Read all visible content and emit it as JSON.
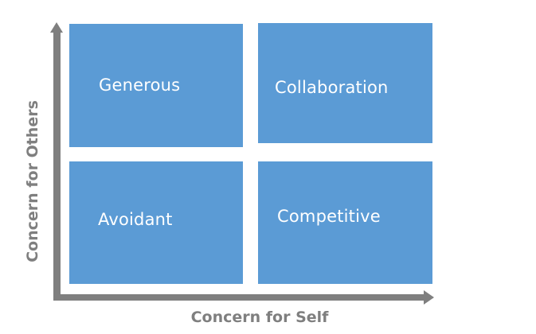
{
  "diagram": {
    "type": "2x2-matrix",
    "x_axis_label": "Concern for Self",
    "y_axis_label": "Concern for Others",
    "box_color": "#5b9bd5",
    "axis_color": "#7f7f7f",
    "quadrants": {
      "top_left": "Generous",
      "top_right": "Collaboration",
      "bottom_left": "Avoidant",
      "bottom_right": "Competitive"
    }
  }
}
